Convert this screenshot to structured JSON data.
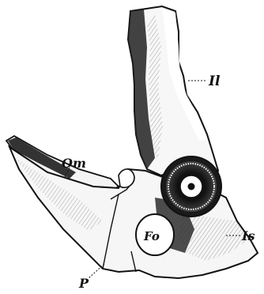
{
  "labels": {
    "ilium": "Il",
    "os_marsupium": "Om",
    "foramen": "Fo",
    "ischium": "Is",
    "pubis": "P"
  }
}
